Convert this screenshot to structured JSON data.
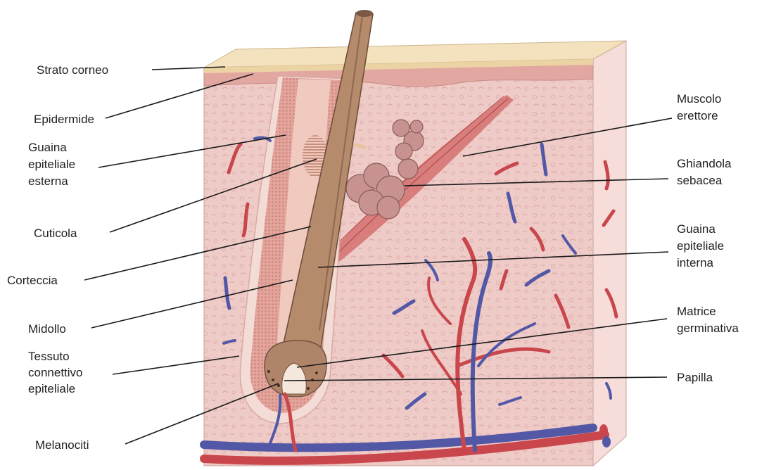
{
  "diagram": {
    "colors": {
      "dermis": "#efcbc8",
      "dermis_deep": "#f4d4d0",
      "side_face": "#f6ddd9",
      "corneum": "#f3e2bd",
      "epidermis": "#e3a7a2",
      "hair": "#b58b6c",
      "hair_dark": "#7a5a44",
      "sheath": "#d99790",
      "artery": "#c9474c",
      "vein": "#5358a6",
      "leader": "#1a1a1a",
      "text": "#222222"
    },
    "labels": {
      "strato_corneo": [
        "Strato corneo"
      ],
      "epidermide": [
        "Epidermide"
      ],
      "guaina_esterna": [
        "Guaina",
        "epiteliale",
        "esterna"
      ],
      "cuticola": [
        "Cuticola"
      ],
      "corteccia": [
        "Corteccia"
      ],
      "midollo": [
        "Midollo"
      ],
      "tessuto": [
        "Tessuto",
        "connettivo",
        "epiteliale"
      ],
      "melanociti": [
        "Melanociti"
      ],
      "muscolo": [
        "Muscolo",
        "erettore"
      ],
      "ghiandola": [
        "Ghiandola",
        "sebacea"
      ],
      "guaina_interna": [
        "Guaina",
        "epiteliale",
        "interna"
      ],
      "matrice": [
        "Matrice",
        "germinativa"
      ],
      "papilla": [
        "Papilla"
      ]
    }
  }
}
